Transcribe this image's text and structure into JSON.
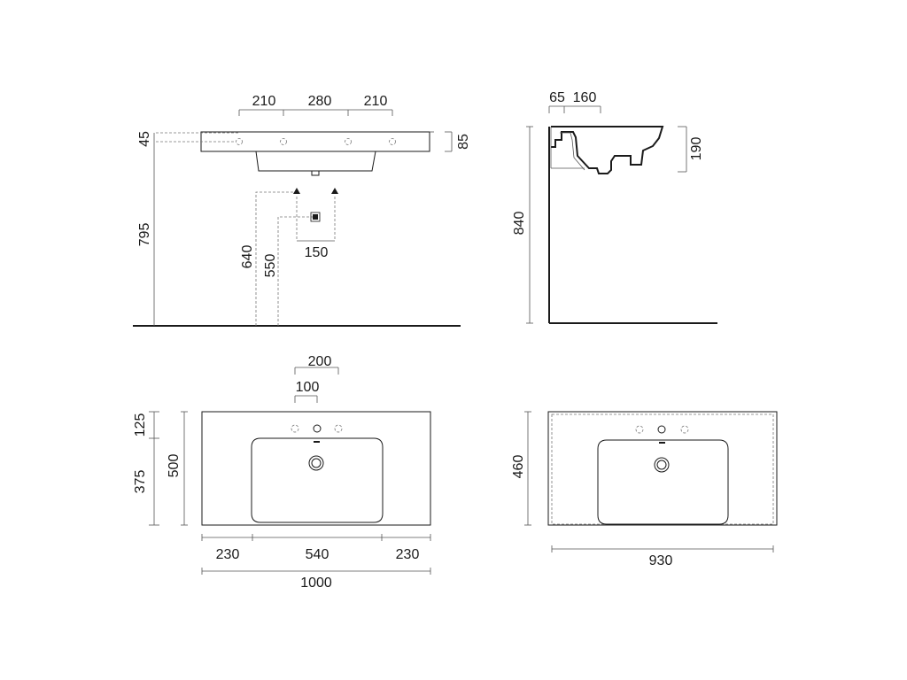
{
  "front_view": {
    "dims": {
      "hole_spacing_left": "210",
      "hole_spacing_mid": "280",
      "hole_spacing_right": "210",
      "top_offset": "45",
      "basin_thickness": "85",
      "height_to_top": "795",
      "supply_height": "640",
      "drain_height": "550",
      "supply_spacing": "150"
    }
  },
  "side_view": {
    "dims": {
      "wall_offset": "65",
      "tap_depth": "160",
      "basin_depth": "190",
      "height_to_top": "840"
    }
  },
  "top_view": {
    "dims": {
      "tap_spacing_outer": "200",
      "tap_spacing_inner": "100",
      "back_to_taps": "125",
      "taps_to_front": "375",
      "total_depth": "500",
      "left_margin": "230",
      "bowl_width": "540",
      "right_margin": "230",
      "total_width": "1000"
    }
  },
  "cabinet_view": {
    "dims": {
      "depth": "460",
      "width": "930"
    }
  }
}
